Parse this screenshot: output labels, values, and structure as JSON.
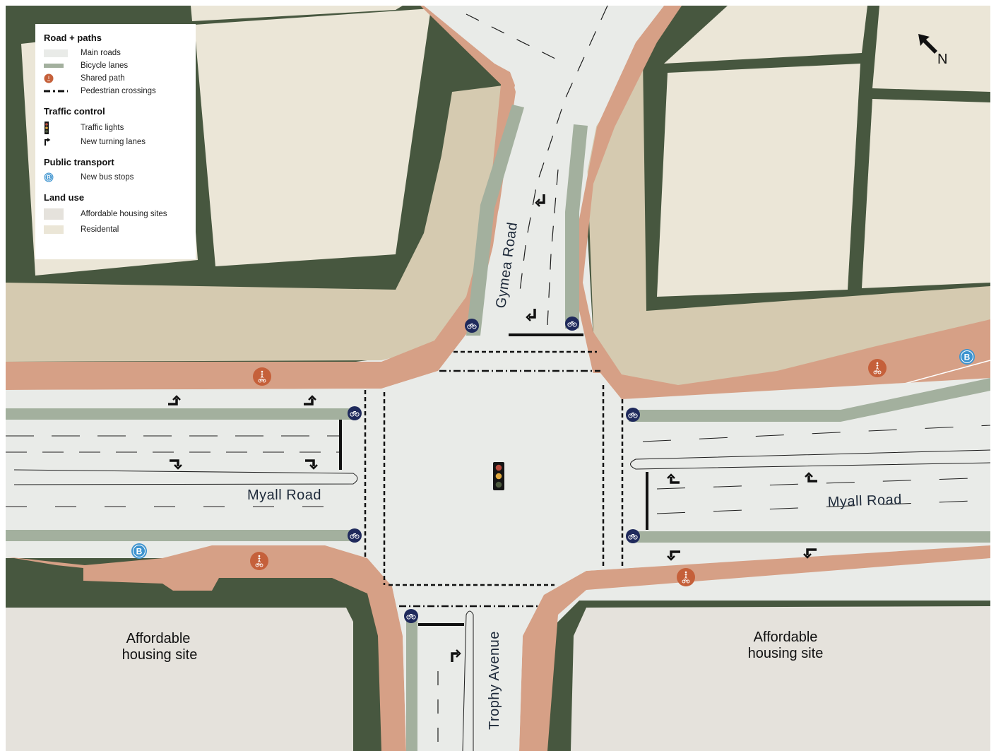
{
  "legend": {
    "roads_title": "Road + paths",
    "main_roads": "Main roads",
    "bicycle_lanes": "Bicycle lanes",
    "shared_path": "Shared path",
    "pedestrian_crossings": "Pedestrian crossings",
    "traffic_title": "Traffic control",
    "traffic_lights": "Traffic lights",
    "turning_lanes": "New turning lanes",
    "transport_title": "Public transport",
    "bus_stops": "New bus stops",
    "land_title": "Land use",
    "affordable": "Affordable housing sites",
    "residential": "Residental"
  },
  "map": {
    "north": "N",
    "gymea_road": "Gymea Road",
    "myall_road_west": "Myall Road",
    "myall_road_east": "Myall Road",
    "trophy_avenue": "Trophy Avenue",
    "site_sw_line1": "Affordable",
    "site_sw_line2": "housing site",
    "site_se_line1": "Affordable",
    "site_se_line2": "housing site",
    "bus_glyph": "B"
  },
  "colors": {
    "road": "#e9ebe8",
    "bike_lane": "#a3b09e",
    "shared_path": "#d6a086",
    "dark_green": "#47573f",
    "residential": "#ebe6d7",
    "affordable": "#e5e2dc",
    "verge": "#d5cab0",
    "bike_icon": "#1f2a5c",
    "shared_icon": "#c5603a",
    "bus_icon": "#3d93cf"
  }
}
